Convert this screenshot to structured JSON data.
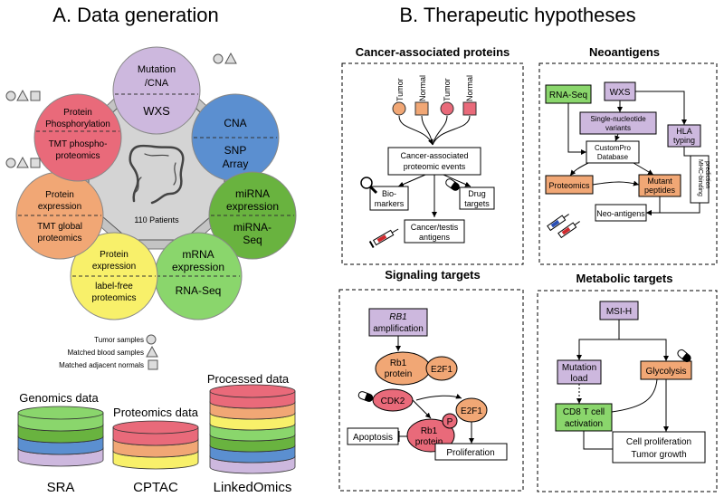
{
  "panel_a": {
    "title": "A. Data generation",
    "center": {
      "label": "110 Patients"
    },
    "circles": {
      "wxs": {
        "line1": "Mutation",
        "line2": "/CNA",
        "line3": "WXS"
      },
      "cna": {
        "line1": "CNA",
        "line2": "SNP",
        "line3": "Array"
      },
      "mirna": {
        "line1": "miRNA",
        "line2": "expression",
        "line3": "miRNA-",
        "line4": "Seq"
      },
      "mrna": {
        "line1": "mRNA",
        "line2": "expression",
        "line3": "RNA-Seq"
      },
      "labelfree": {
        "line1": "Protein",
        "line2": "expression",
        "line3": "label-free",
        "line4": "proteomics"
      },
      "tmt": {
        "line1": "Protein",
        "line2": "expression",
        "line3": "TMT global",
        "line4": "proteomics"
      },
      "phospho": {
        "line1": "Protein",
        "line2": "Phosphorylation",
        "line3": "TMT phospho-",
        "line4": "proteomics"
      }
    },
    "legend": {
      "tumor": "Tumor samples",
      "blood": "Matched blood samples",
      "adjacent": "Matched adjacent normals"
    },
    "databases": {
      "genomics_title": "Genomics data",
      "proteomics_title": "Proteomics data",
      "processed_title": "Processed data",
      "sra": "SRA",
      "cptac": "CPTAC",
      "linkedomics": "LinkedOmics"
    },
    "colors": {
      "wxs": "#cdb8de",
      "cna": "#5b8fd0",
      "mirna": "#69b33f",
      "mrna": "#8ad66c",
      "labelfree": "#f8f06a",
      "tmt": "#f1a775",
      "phospho": "#e96a7a",
      "hexagon": "#c4c4c4"
    }
  },
  "panel_b": {
    "title": "B. Therapeutic hypotheses",
    "cap": {
      "title": "Cancer-associated proteins",
      "tumor1": "Tumor",
      "normal1": "Normal",
      "tumor2": "Tumor",
      "normal2": "Normal",
      "events_l1": "Cancer-associated",
      "events_l2": "proteomic events",
      "bio_l1": "Bio-",
      "bio_l2": "markers",
      "drug_l1": "Drug",
      "drug_l2": "targets",
      "ct_l1": "Cancer/testis",
      "ct_l2": "antigens"
    },
    "neo": {
      "title": "Neoantigens",
      "rnaseq": "RNA-Seq",
      "wxs": "WXS",
      "snv_l1": "Single-nucleotide",
      "snv_l2": "variants",
      "hla_l1": "HLA",
      "hla_l2": "typing",
      "db_l1": "CustomPro",
      "db_l2": "Database",
      "proteomics": "Proteomics",
      "mut_l1": "Mutant",
      "mut_l2": "peptides",
      "mhc_l1": "MHC-binding",
      "mhc_l2": "prediction",
      "neoag": "Neo-antigens"
    },
    "sig": {
      "title": "Signaling targets",
      "rb1amp_l1": "RB1",
      "rb1amp_l2": "amplification",
      "rb1_l1": "Rb1",
      "rb1_l2": "protein",
      "e2f1": "E2F1",
      "cdk2": "CDK2",
      "e2f1b": "E2F1",
      "p": "P",
      "rb1b_l1": "Rb1",
      "rb1b_l2": "protein",
      "apoptosis": "Apoptosis",
      "prolif": "Proliferation"
    },
    "met": {
      "title": "Metabolic targets",
      "msih": "MSI-H",
      "mutload_l1": "Mutation",
      "mutload_l2": "load",
      "glyco": "Glycolysis",
      "cd8_l1": "CD8 T cell",
      "cd8_l2": "activation",
      "out_l1": "Cell proliferation",
      "out_l2": "Tumor growth"
    }
  }
}
